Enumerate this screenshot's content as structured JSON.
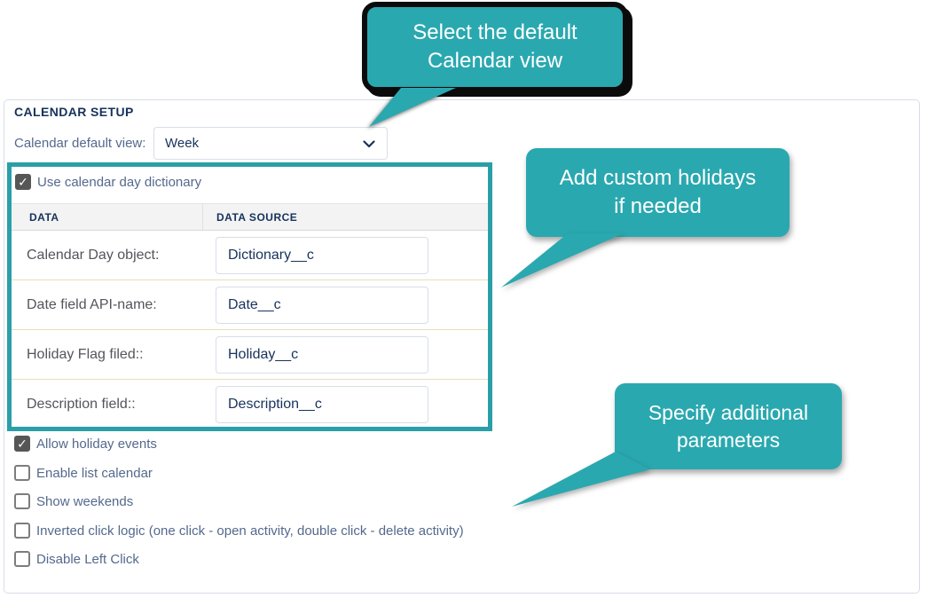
{
  "page": {
    "section_title": "CALENDAR SETUP"
  },
  "colors": {
    "teal": "#2aa8af",
    "teal_frame": "#2a9fa8",
    "heading_text": "#16325c",
    "label_text": "#54698d",
    "row_separator": "#e7dfba",
    "callout_border": "#0b0b0b"
  },
  "icons": {
    "chevron": "chevron-down",
    "check_glyph": "✓"
  },
  "callouts": [
    {
      "line1": "Select the default",
      "line2": "Calendar view"
    },
    {
      "line1": "Add custom holidays",
      "line2": "if needed"
    },
    {
      "line1": "Specify additional",
      "line2": "parameters"
    }
  ],
  "default_view": {
    "label": "Calendar default view:",
    "value": "Week"
  },
  "dictionary": {
    "checkbox_label": "Use calendar day dictionary",
    "checked": true,
    "table": {
      "headers": [
        "DATA",
        "DATA SOURCE"
      ],
      "rows": [
        {
          "label": "Calendar Day object:",
          "value": "Dictionary__c"
        },
        {
          "label": "Date field API-name:",
          "value": "Date__c"
        },
        {
          "label": "Holiday Flag filed::",
          "value": "Holiday__c"
        },
        {
          "label": "Description field::",
          "value": "Description__c"
        }
      ]
    }
  },
  "options": [
    {
      "label": "Allow holiday events",
      "checked": true
    },
    {
      "label": "Enable list calendar",
      "checked": false
    },
    {
      "label": "Show weekends",
      "checked": false
    },
    {
      "label": "Inverted click logic (one click - open activity, double click - delete activity)",
      "checked": false
    },
    {
      "label": "Disable Left Click",
      "checked": false
    }
  ]
}
